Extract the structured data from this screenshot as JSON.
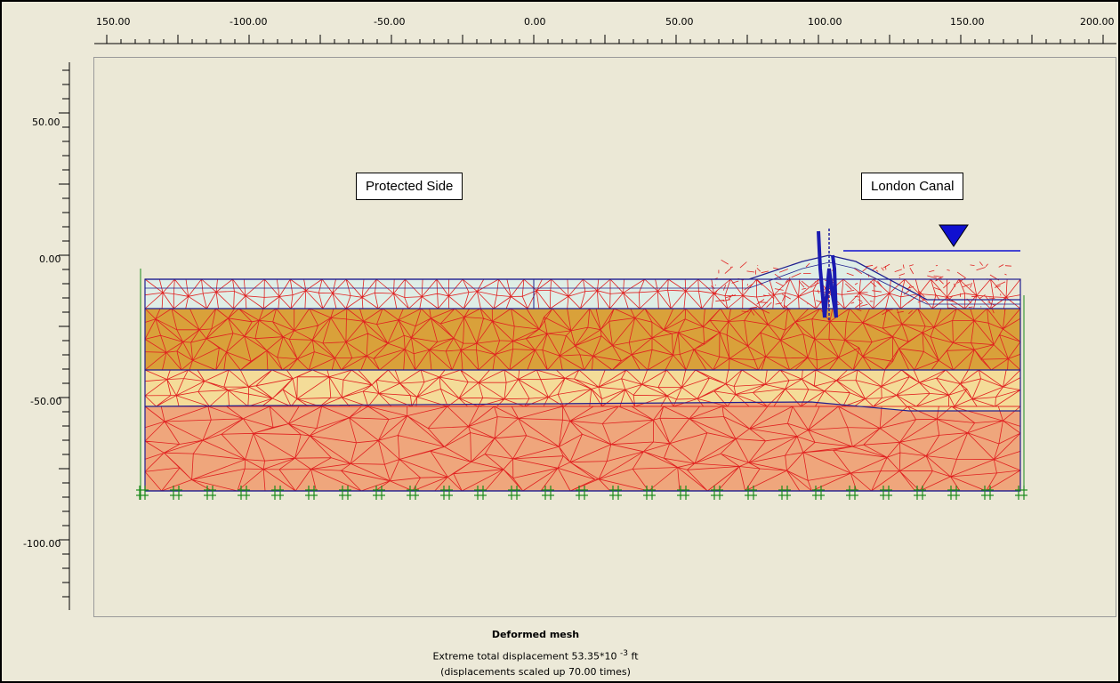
{
  "x_ruler": {
    "labels": [
      "150.00",
      "-100.00",
      "-50.00",
      "0.00",
      "50.00",
      "100.00",
      "150.00",
      "200.00"
    ]
  },
  "y_ruler": {
    "labels": [
      "50.00",
      "0.00",
      "-50.00",
      "-100.00"
    ]
  },
  "annotations": {
    "left": "Protected Side",
    "right": "London Canal"
  },
  "caption": {
    "title": "Deformed mesh",
    "line1_prefix": "Extreme total displacement 53.35*10 ",
    "line1_exp": "-3",
    "line1_suffix": " ft",
    "line2": "(displacements scaled up 70.00 times)"
  },
  "colors": {
    "mesh": "#e02020",
    "outline": "#1f1f8f",
    "layer_top": "#dfeee6",
    "layer_orange": "#d9a13a",
    "layer_yellow": "#f4dc98",
    "layer_bottom": "#efa67c",
    "water": "#1010d0",
    "support": "#1a8a1a"
  },
  "icons": {
    "water_level": "inverted-triangle-icon",
    "support": "fixity-cross-icon"
  }
}
